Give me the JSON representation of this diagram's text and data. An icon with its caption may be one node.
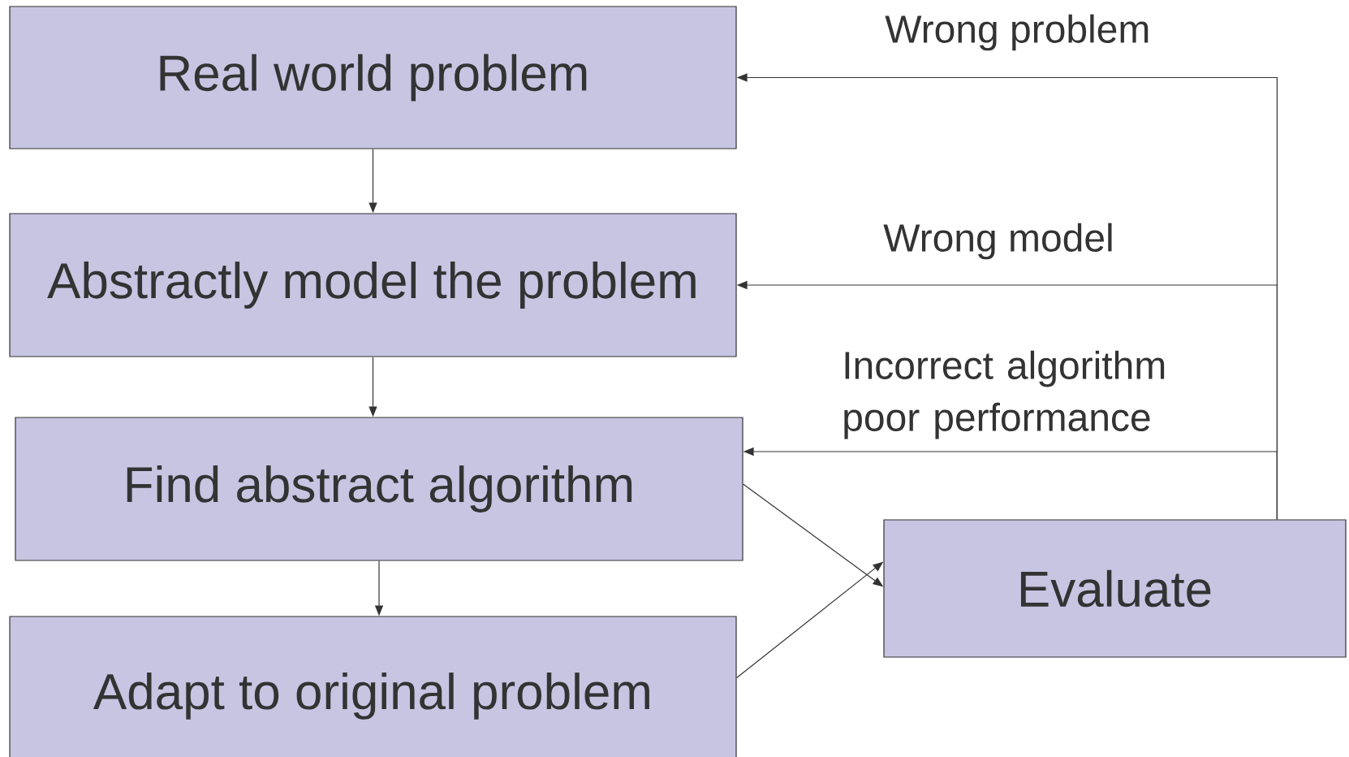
{
  "diagram": {
    "nodes": [
      {
        "text": [
          "Real world problem"
        ]
      },
      {
        "text": [
          "Abstractly model the problem"
        ]
      },
      {
        "text": [
          "Find abstract algorithm"
        ]
      },
      {
        "text": [
          "Adapt to original problem"
        ]
      },
      {
        "text": [
          "Evaluate"
        ]
      }
    ],
    "edges": [
      {
        "from": 0,
        "to": 1,
        "arrow": "to"
      },
      {
        "from": 1,
        "to": 2,
        "arrow": "to"
      },
      {
        "from": 2,
        "to": 3,
        "arrow": "to"
      },
      {
        "from": 2,
        "to": 4,
        "arrow": "to"
      },
      {
        "from": 3,
        "to": 4,
        "arrow": "to"
      },
      {
        "from": 4,
        "to": 0,
        "arrow": "to",
        "label": "Wrong problem"
      },
      {
        "from": 4,
        "to": 1,
        "arrow": "to",
        "label": "Wrong model"
      },
      {
        "from": 4,
        "to": 2,
        "arrow": "to",
        "label": "Incorrect algorithm poor performance"
      }
    ]
  }
}
